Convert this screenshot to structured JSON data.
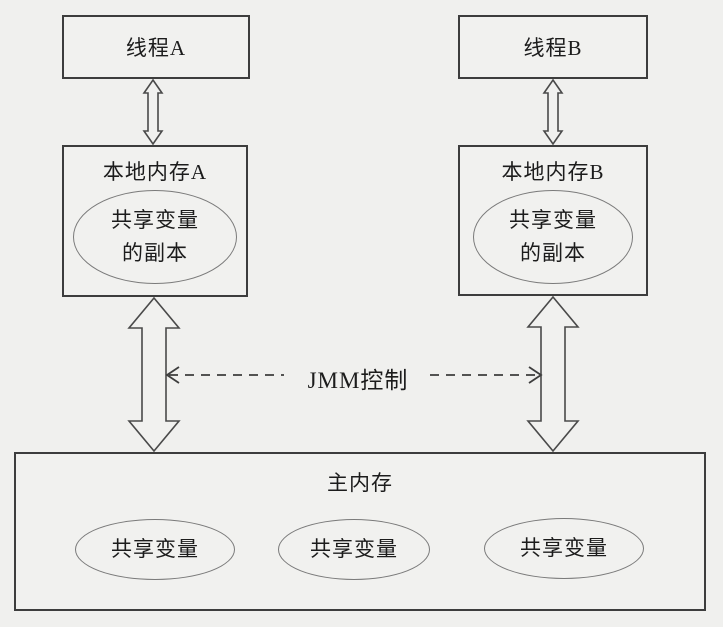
{
  "diagram": {
    "thread_a": {
      "label": "线程A"
    },
    "thread_b": {
      "label": "线程B"
    },
    "local_memory_a": {
      "title": "本地内存A",
      "copy_line1": "共享变量",
      "copy_line2": "的副本"
    },
    "local_memory_b": {
      "title": "本地内存B",
      "copy_line1": "共享变量",
      "copy_line2": "的副本"
    },
    "jmm_control": {
      "label": "JMM控制"
    },
    "main_memory": {
      "title": "主内存",
      "variables": [
        "共享变量",
        "共享变量",
        "共享变量"
      ]
    },
    "colors": {
      "background": "#f0f0ee",
      "box_border": "#3d3d3d",
      "arrow_stroke": "#4a4a4a",
      "ellipse_stroke": "#7a7a7a",
      "text": "#1c1c1c"
    }
  }
}
